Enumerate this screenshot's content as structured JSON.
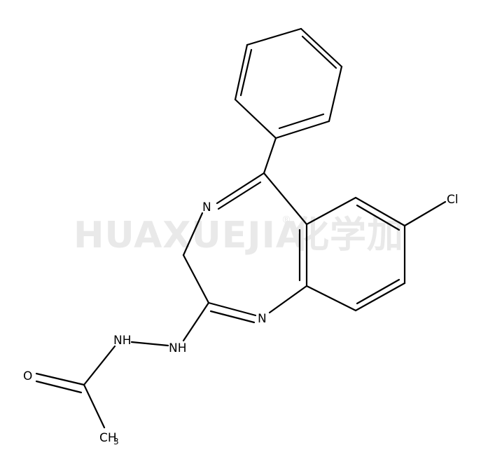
{
  "watermark": {
    "text": "HUAXUEJIA",
    "registered": "®",
    "chinese": "化学加"
  },
  "atoms": {
    "n_imine_upper": "N",
    "n_imine_lower": "N",
    "chlorine": "Cl",
    "nh_ring": "NH",
    "nh_acyl": "NH",
    "oxygen": "O",
    "methyl": "CH",
    "methyl_sub": "3"
  },
  "colors": {
    "bond": "#000000",
    "watermark": "#e9e9e9"
  }
}
